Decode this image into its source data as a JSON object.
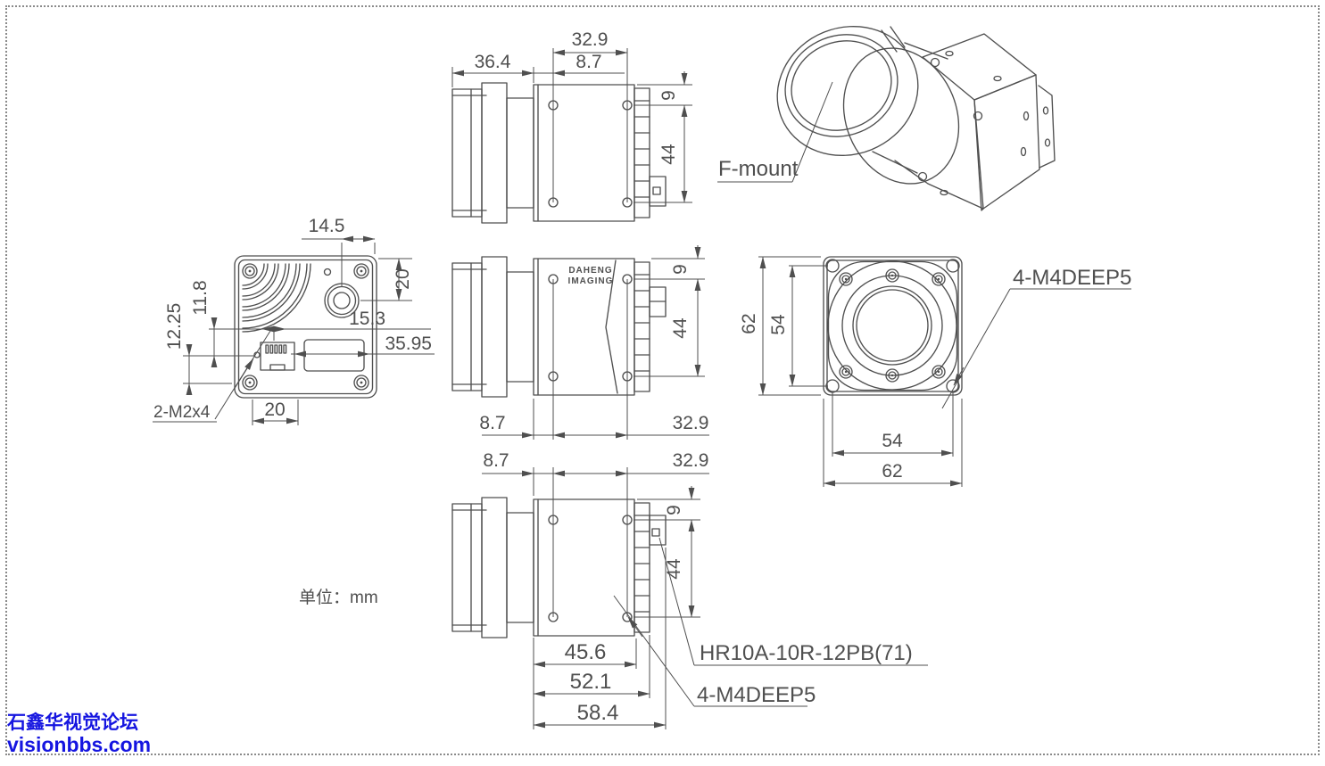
{
  "drawing": {
    "unit_note": "单位：mm",
    "watermark": {
      "line1": "石鑫华视觉论坛",
      "line2": "visionbbs.com",
      "color": "#1515e0"
    },
    "colors": {
      "line": "#4f4f4f"
    },
    "views": {
      "side_top": {
        "dim_36_4": "36.4",
        "dim_32_9": "32.9",
        "dim_8_7": "8.7",
        "dim_9": "9",
        "dim_44": "44"
      },
      "iso": {
        "fmount_label": "F-mount"
      },
      "rear": {
        "dim_14_5": "14.5",
        "dim_20_right": "20",
        "dim_11_8": "11.8",
        "dim_12_25": "12.25",
        "dim_15_3": "15.3",
        "dim_35_95": "35.95",
        "dim_20_bottom": "20",
        "screw_label": "2-M2x4"
      },
      "side_middle": {
        "logo_top": "DAHENG",
        "logo_bottom": "IMAGING",
        "dim_9": "9",
        "dim_44": "44",
        "dim_8_7": "8.7",
        "dim_32_9": "32.9"
      },
      "front": {
        "dim_62_left": "62",
        "dim_54_left": "54",
        "dim_54_bottom": "54",
        "dim_62_bottom": "62",
        "screw_label": "4-M4DEEP5"
      },
      "side_bottom": {
        "dim_8_7": "8.7",
        "dim_32_9": "32.9",
        "dim_9": "9",
        "dim_44": "44",
        "dim_45_6": "45.6",
        "dim_52_1": "52.1",
        "dim_58_4": "58.4",
        "connector_label": "HR10A-10R-12PB(71)",
        "screw_label": "4-M4DEEP5"
      }
    }
  }
}
